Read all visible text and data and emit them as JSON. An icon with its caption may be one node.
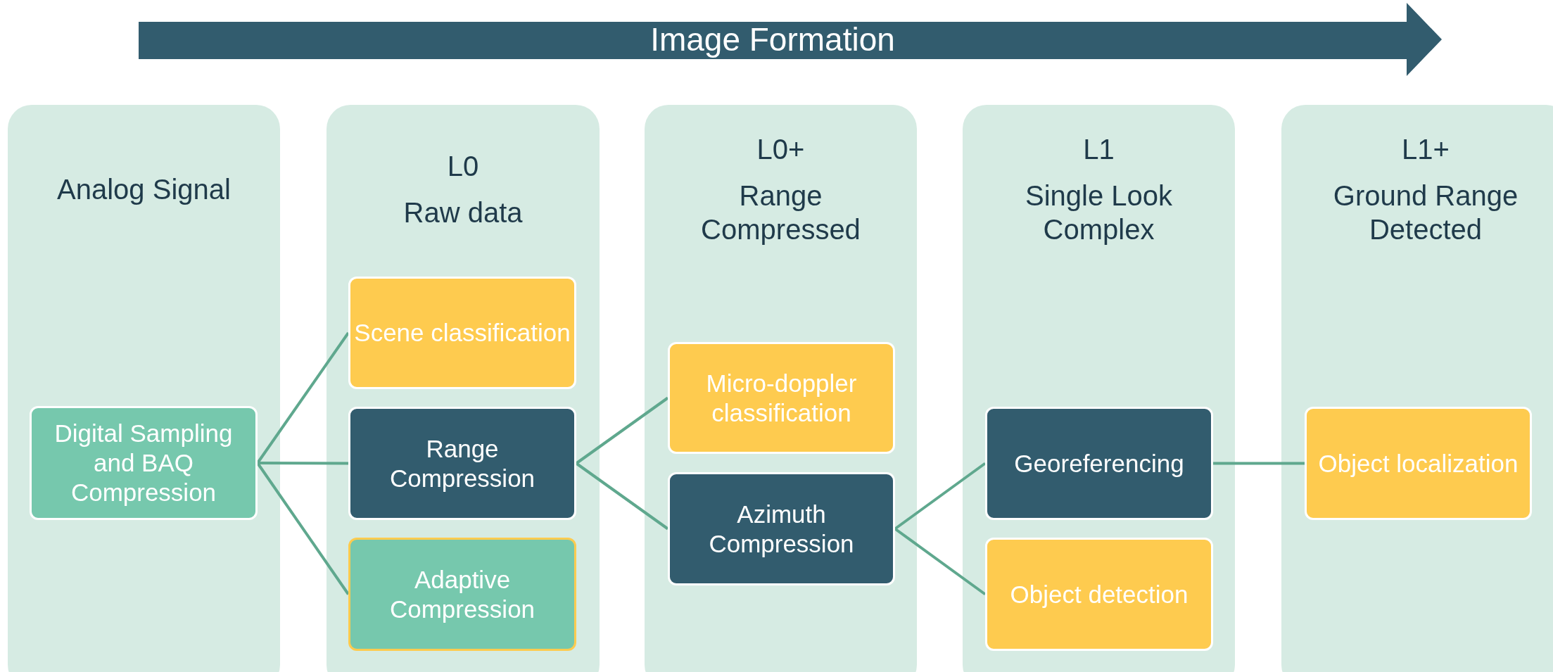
{
  "diagram": {
    "nodes": [
      {
        "text": [
          "Image Formation"
        ]
      },
      {
        "text": [
          "Analog Signal"
        ]
      },
      {
        "text": [
          "Digital Sampling and BAQ Compression"
        ],
        "in": 1
      },
      {
        "text": [
          "L0",
          "Raw data"
        ]
      },
      {
        "text": [
          "Scene classification"
        ],
        "in": 3
      },
      {
        "text": [
          "Range Compression"
        ],
        "in": 3
      },
      {
        "text": [
          "Adaptive Compression"
        ],
        "in": 3
      },
      {
        "text": [
          "L0+",
          "Range Compressed"
        ]
      },
      {
        "text": [
          "Micro-doppler classification"
        ],
        "in": 7
      },
      {
        "text": [
          "Azimuth Compression"
        ],
        "in": 7
      },
      {
        "text": [
          "L1",
          "Single Look Complex"
        ]
      },
      {
        "text": [
          "Georeferencing"
        ],
        "in": 10
      },
      {
        "text": [
          "Object detection"
        ],
        "in": 10
      },
      {
        "text": [
          "L1+",
          "Ground Range Detected"
        ]
      },
      {
        "text": [
          "Object localization"
        ],
        "in": 13
      }
    ],
    "edges": [
      {
        "from": 2,
        "to": 4,
        "arrow": "none"
      },
      {
        "from": 2,
        "to": 5,
        "arrow": "none"
      },
      {
        "from": 2,
        "to": 6,
        "arrow": "none"
      },
      {
        "from": 5,
        "to": 8,
        "arrow": "none"
      },
      {
        "from": 5,
        "to": 9,
        "arrow": "none"
      },
      {
        "from": 9,
        "to": 11,
        "arrow": "none"
      },
      {
        "from": 9,
        "to": 12,
        "arrow": "none"
      },
      {
        "from": 11,
        "to": 14,
        "arrow": "none"
      }
    ]
  }
}
